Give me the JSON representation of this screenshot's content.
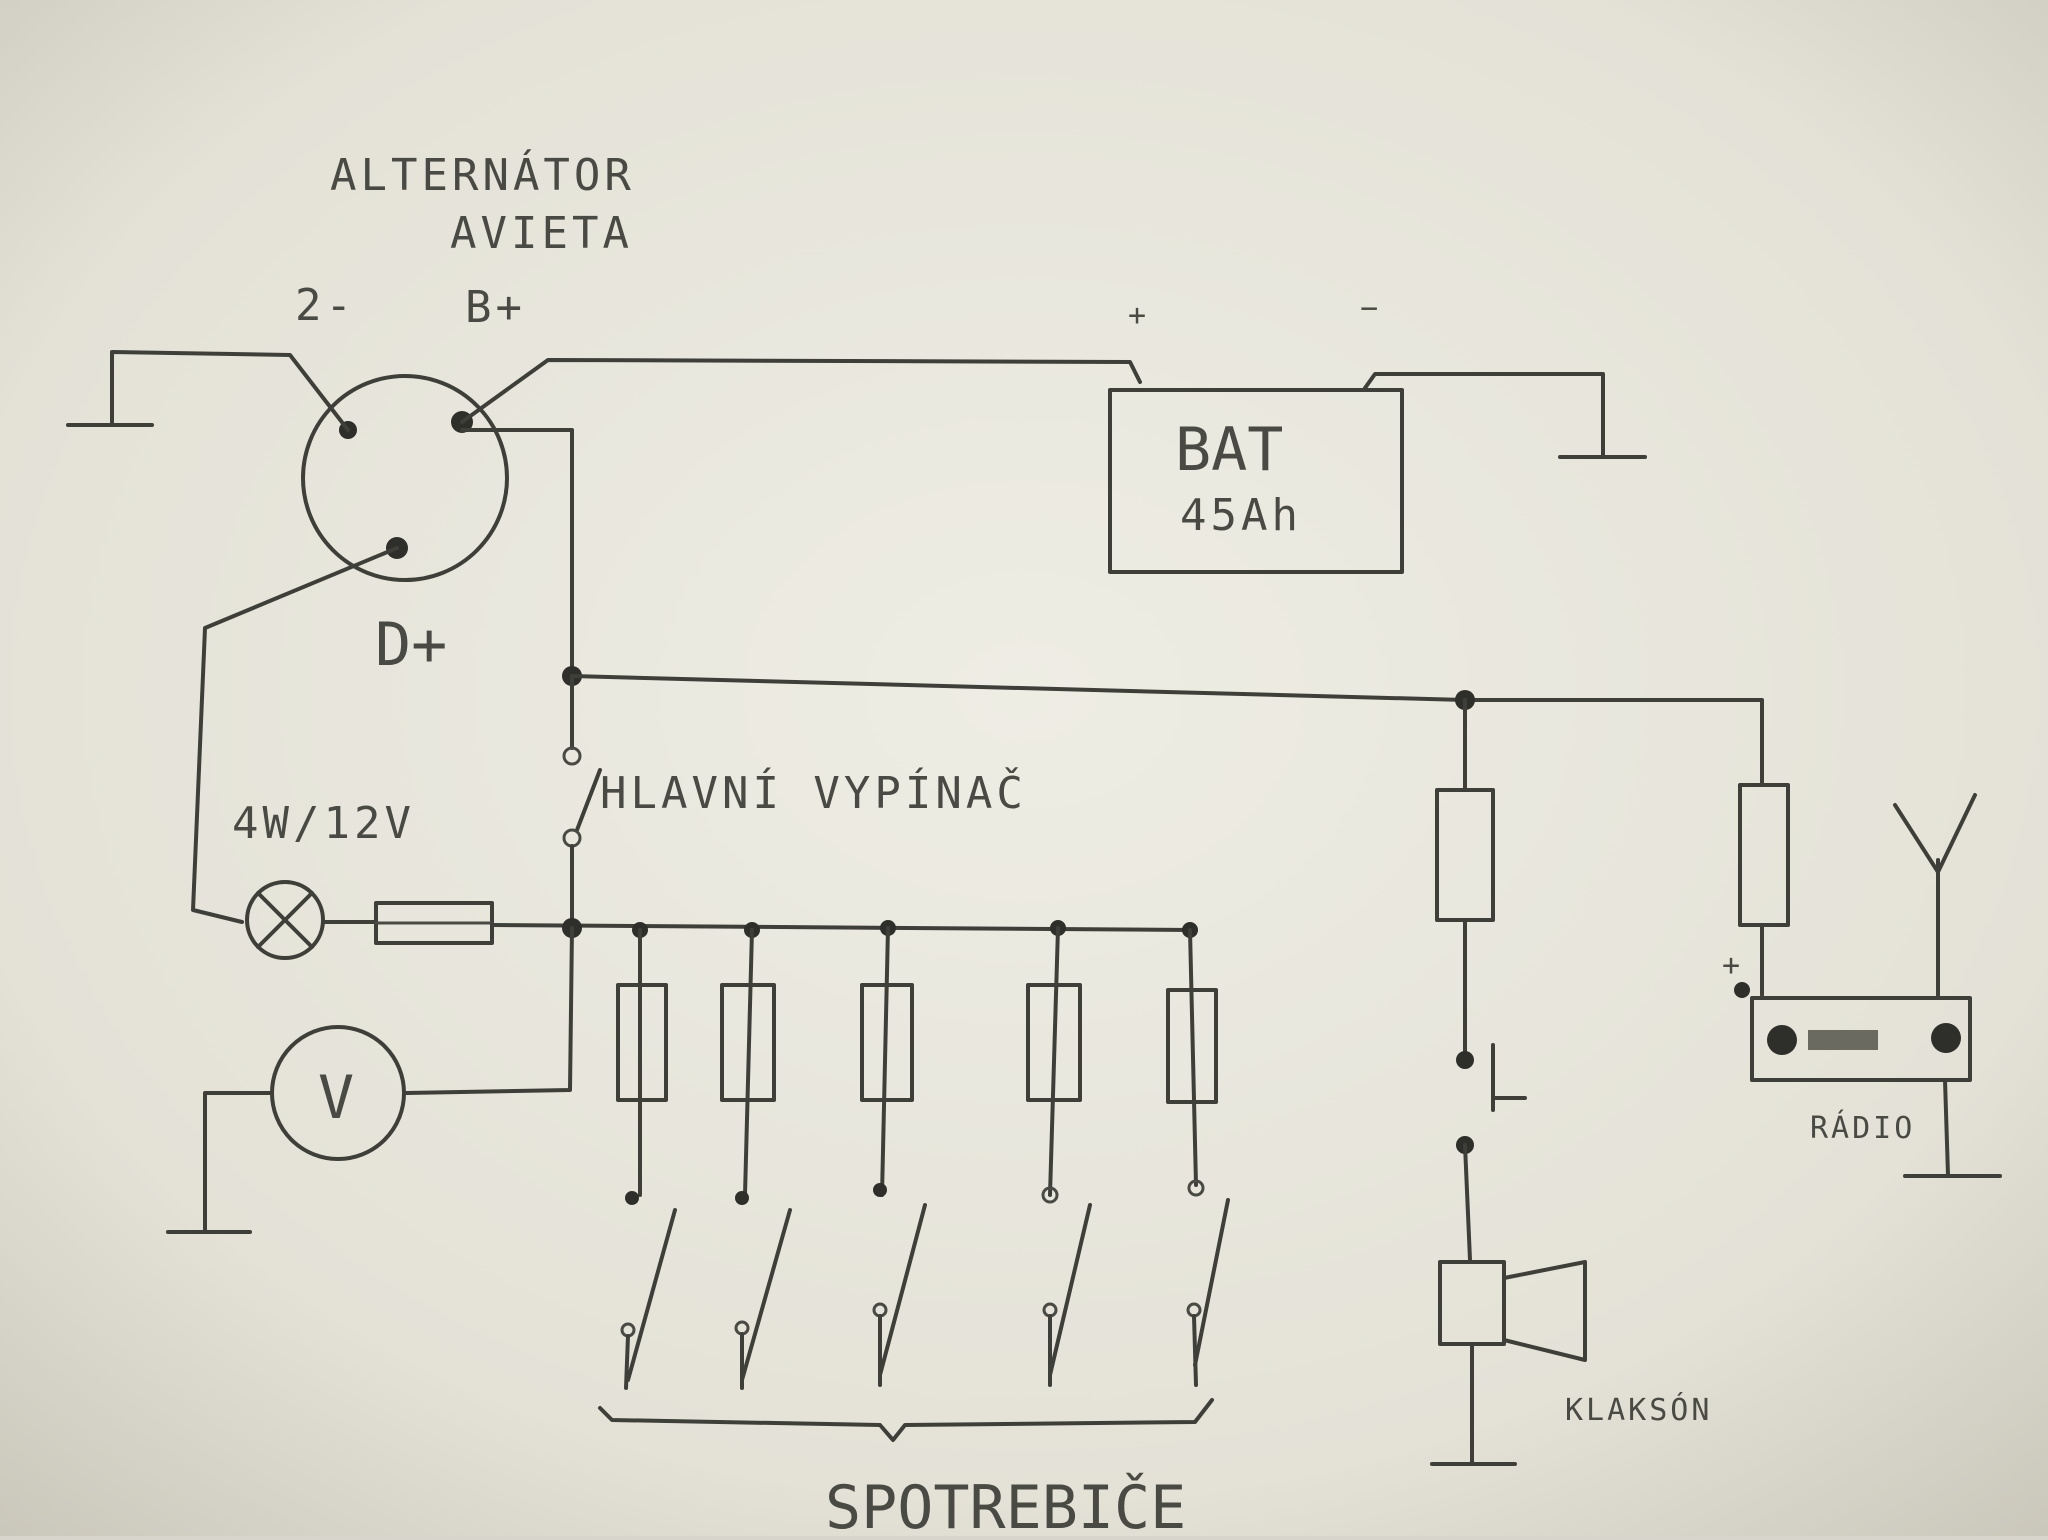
{
  "colors": {
    "paper": "#e9e8dd",
    "ink": "#3f3f3a"
  },
  "labels": {
    "alternator_title_1": "ALTERNÁTOR",
    "alternator_title_2": "AVIETA",
    "terminal_minus": "2-",
    "terminal_b_plus": "B+",
    "terminal_d_plus": "D+",
    "battery_plus": "+",
    "battery_minus": "−",
    "battery_line1": "BAT",
    "battery_line2": "45Ah",
    "main_switch": "HLAVNÍ VYPÍNAČ",
    "lamp": "4W/12V",
    "voltmeter": "V",
    "radio_plus": "+",
    "radio": "RÁDIO",
    "horn": "KLAKSÓN",
    "consumers": "SPOTREBIČE"
  }
}
